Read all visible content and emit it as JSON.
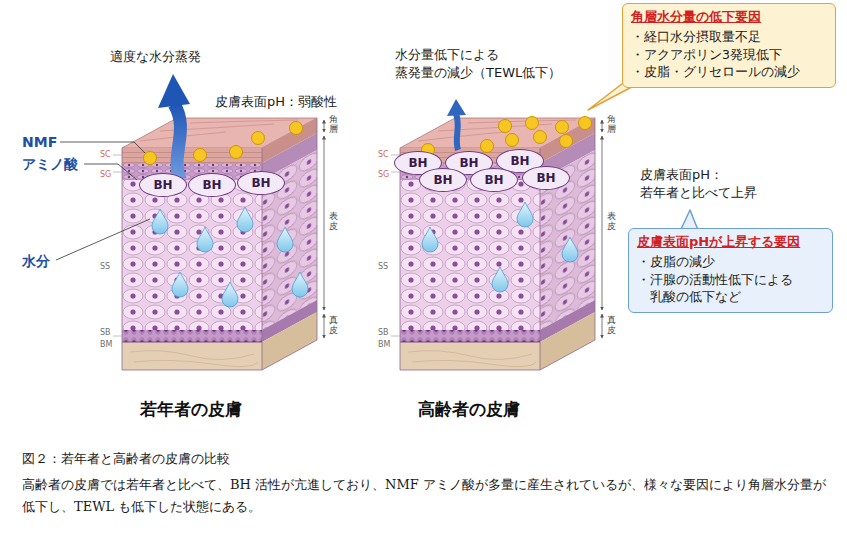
{
  "diagram": {
    "caption": "図２：若年者と高齢者の皮膚の比較",
    "nodes": [
      {
        "text": [
          "BH"
        ]
      },
      {
        "text": [
          "BH"
        ]
      },
      {
        "text": [
          "BH"
        ]
      },
      {
        "text": [
          "BH"
        ]
      },
      {
        "text": [
          "BH"
        ]
      },
      {
        "text": [
          "BH"
        ]
      },
      {
        "text": [
          "BH"
        ]
      },
      {
        "text": [
          "BH"
        ]
      },
      {
        "text": [
          "BH"
        ]
      },
      {
        "text": [
          "角層水分量の低下要因",
          "・経口水分摂取量不足",
          "・アクアポリン3発現低下",
          "・皮脂・グリセロールの減少"
        ]
      },
      {
        "text": [
          "皮膚表面pHが上昇する要因",
          "・皮脂の減少",
          "・汗腺の活動性低下による 乳酸の低下など"
        ]
      }
    ],
    "labels": [
      "適度な水分蒸発",
      "皮膚表面pH：弱酸性",
      "NMF アミノ酸",
      "水分",
      "SC",
      "SG",
      "SS",
      "SB",
      "BM",
      "角層",
      "表皮",
      "真皮",
      "若年者の皮膚",
      "水分量低下による 蒸発量の減少（TEWL低下）",
      "皮膚表面pH： 若年者と比べて上昇",
      "SC",
      "SG",
      "SS",
      "SB",
      "BM",
      "角層",
      "表皮",
      "真皮",
      "高齢者の皮膚",
      "高齢者の皮膚では若年者と比べて、BH 活性が亢進しており、NMF アミノ酸が多量に産生されているが、様々な要因により角層水分量が低下し、TEWL も低下した状態にある。"
    ]
  }
}
